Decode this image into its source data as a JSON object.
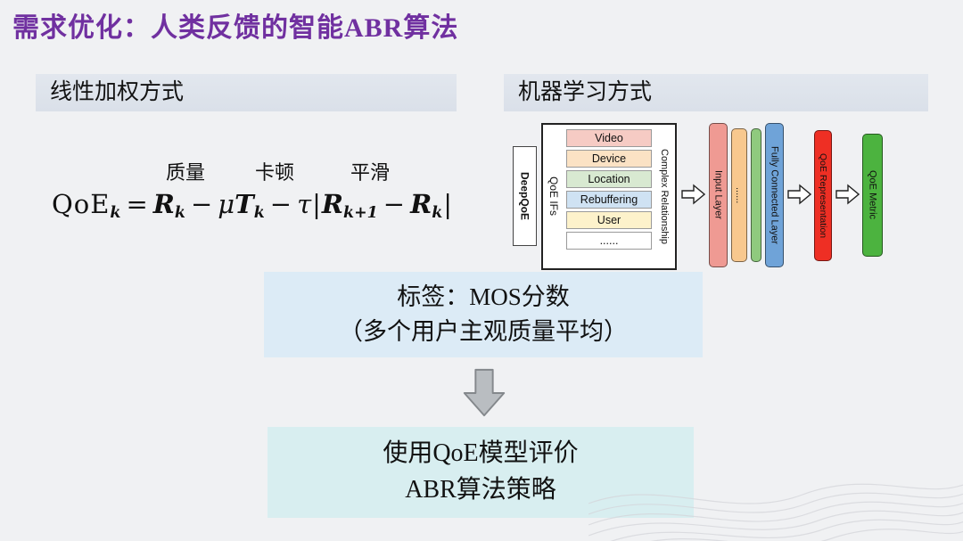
{
  "title": "需求优化：人类反馈的智能ABR算法",
  "colors": {
    "title_accent": "#7030a0",
    "header_bg": "#dde3ec",
    "mos_box_bg": "#dcebf6",
    "bottom_box_bg": "#d8eef0",
    "input_layer_bar": "#ef9a93",
    "fully_connected_bar": "#6fa3d8",
    "qoe_representation_bar": "#ee2f24",
    "qoe_metric_bar": "#4cb33f"
  },
  "left": {
    "header": "线性加权方式",
    "annotations": {
      "quality": "质量",
      "stall": "卡顿",
      "smooth": "平滑"
    },
    "formula": {
      "lhs": "QoE",
      "lhs_sub": "k",
      "eq": "=",
      "r1": "R",
      "r1_sub": "k",
      "minus1": "−",
      "mu": "μ",
      "t": "T",
      "t_sub": "k",
      "minus2": "−",
      "tau": "τ",
      "bar1": "|",
      "r2": "R",
      "r2_sub": "k+1",
      "minus3": "−",
      "r3": "R",
      "r3_sub": "k",
      "bar2": "|"
    }
  },
  "right": {
    "header": "机器学习方式",
    "diagram": {
      "deepqoe": "DeepQoE",
      "qoe_ifs": "QoE IFs",
      "inputs": [
        "Video",
        "Device",
        "Location",
        "Rebuffering",
        "User",
        "......"
      ],
      "complex": "Complex Relationship",
      "input_layer": "Input Layer",
      "hidden_dots": "......",
      "fully_connected": "Fully Connected Layer",
      "qoe_representation": "QoE Representation",
      "qoe_metric": "QoE Metric"
    }
  },
  "mos_box": {
    "line1": "标签：MOS分数",
    "line2": "（多个用户主观质量平均）"
  },
  "bottom_box": {
    "line1": "使用QoE模型评价",
    "line2": "ABR算法策略"
  }
}
